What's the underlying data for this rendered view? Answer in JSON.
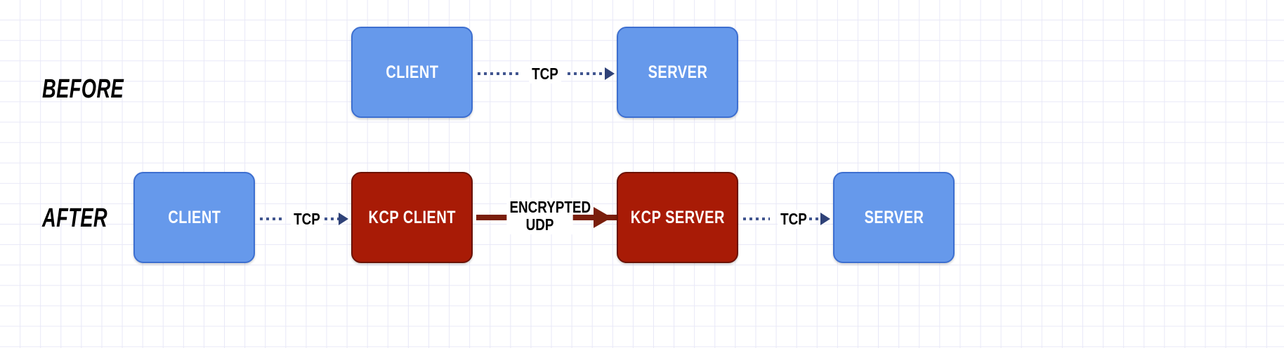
{
  "diagram": {
    "title": "KCP tunnel before/after network topology",
    "background": {
      "grid_color": "#e8e8f7",
      "page_color": "#ffffff"
    },
    "palette": {
      "blue_fill": "#6699EB",
      "blue_border": "#3D6FD0",
      "red_fill": "#A81B06",
      "red_border": "#6B1205",
      "dotted_arrow": "#41558f",
      "solid_arrow": "#7A1E0C",
      "node_text": "#ffffff",
      "label_text": "#000000"
    },
    "rows": [
      {
        "id": "before",
        "label": "BEFORE",
        "nodes": [
          {
            "id": "before-client",
            "label": "CLIENT",
            "kind": "blue"
          },
          {
            "id": "before-server",
            "label": "SERVER",
            "kind": "blue"
          }
        ],
        "connectors": [
          {
            "id": "before-tcp",
            "label": "TCP",
            "style": "dotted",
            "from": "before-client",
            "to": "before-server"
          }
        ]
      },
      {
        "id": "after",
        "label": "AFTER",
        "nodes": [
          {
            "id": "after-client",
            "label": "CLIENT",
            "kind": "blue"
          },
          {
            "id": "after-kcp-client",
            "label": "KCP CLIENT",
            "kind": "red"
          },
          {
            "id": "after-kcp-server",
            "label": "KCP SERVER",
            "kind": "red"
          },
          {
            "id": "after-server",
            "label": "SERVER",
            "kind": "blue"
          }
        ],
        "connectors": [
          {
            "id": "after-tcp-left",
            "label": "TCP",
            "style": "dotted",
            "from": "after-client",
            "to": "after-kcp-client"
          },
          {
            "id": "after-udp",
            "label_line1": "ENCRYPTED",
            "label_line2": "UDP",
            "style": "solid",
            "from": "after-kcp-client",
            "to": "after-kcp-server"
          },
          {
            "id": "after-tcp-right",
            "label": "TCP",
            "style": "dotted",
            "from": "after-kcp-server",
            "to": "after-server"
          }
        ]
      }
    ]
  }
}
